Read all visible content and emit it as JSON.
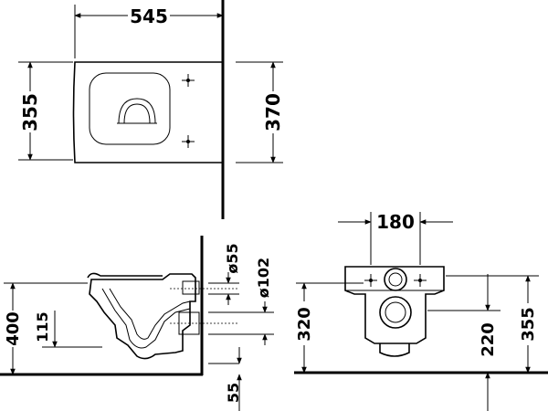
{
  "top_view": {
    "width_dim": "545",
    "depth_left_dim": "355",
    "depth_right_dim": "370"
  },
  "side_view": {
    "height_dim": "400",
    "outlet_height_dim": "115",
    "inlet_dia_dim": "ø55",
    "outlet_dia_dim": "ø102",
    "bottom_offset_dim": "55"
  },
  "rear_view": {
    "fixing_spacing_dim": "180",
    "inlet_height_dim": "320",
    "outlet_height_dim": "220",
    "fixing_height_dim": "355"
  },
  "colors": {
    "line": "#000000",
    "background": "#ffffff"
  }
}
